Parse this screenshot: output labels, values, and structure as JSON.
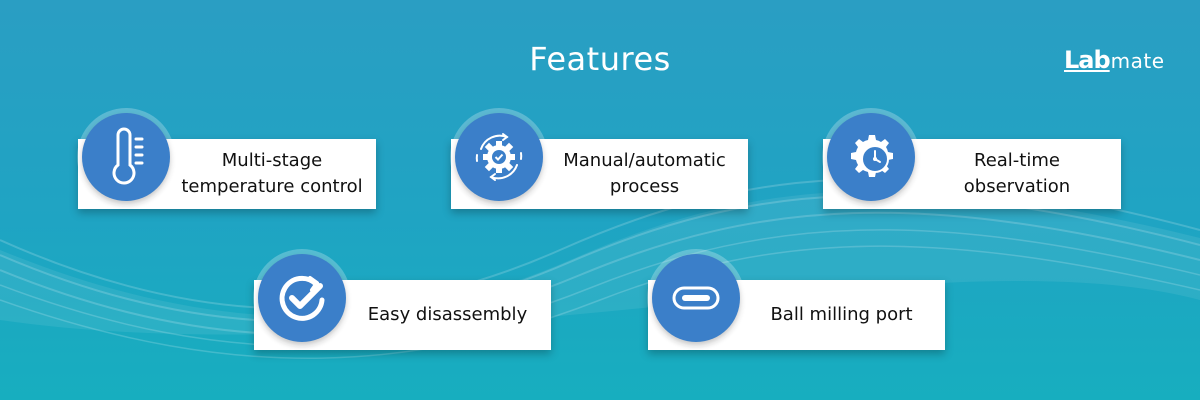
{
  "header": {
    "title": "Features"
  },
  "logo": {
    "part1": "Lab",
    "part2": "mate"
  },
  "features": [
    {
      "label_line1": "Multi-stage",
      "label_line2": "temperature control",
      "icon": "thermometer-icon"
    },
    {
      "label_line1": "Manual/automatic",
      "label_line2": "process",
      "icon": "gear-cycle-icon"
    },
    {
      "label_line1": "Real-time",
      "label_line2": "observation",
      "icon": "gear-clock-icon"
    },
    {
      "label_line1": "Easy disassembly",
      "label_line2": "",
      "icon": "check-refresh-icon"
    },
    {
      "label_line1": "Ball milling port",
      "label_line2": "",
      "icon": "port-icon"
    }
  ],
  "colors": {
    "accent": "#3b7fc9",
    "background": "#22a2c3",
    "card": "#ffffff"
  }
}
